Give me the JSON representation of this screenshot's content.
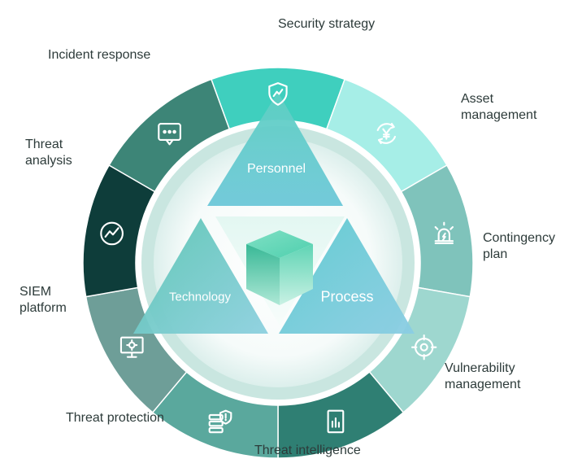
{
  "segments": [
    {
      "id": "security-strategy",
      "label_lines": [
        "Security strategy"
      ],
      "icon": "shield-icon",
      "color": "#3fcfbe"
    },
    {
      "id": "asset-management",
      "label_lines": [
        "Asset",
        "management"
      ],
      "icon": "yen-cycle-icon",
      "color": "#a6eee7"
    },
    {
      "id": "contingency-plan",
      "label_lines": [
        "Contingency",
        "plan"
      ],
      "icon": "alarm-icon",
      "color": "#7fc3bb"
    },
    {
      "id": "vulnerability-management",
      "label_lines": [
        "Vulnerability",
        "management"
      ],
      "icon": "target-icon",
      "color": "#9ed7cf"
    },
    {
      "id": "threat-intelligence",
      "label_lines": [
        "Threat intelligence"
      ],
      "icon": "report-icon",
      "color": "#2f7f73"
    },
    {
      "id": "threat-protection",
      "label_lines": [
        "Threat protection"
      ],
      "icon": "server-shield-icon",
      "color": "#5aa89d"
    },
    {
      "id": "siem-platform",
      "label_lines": [
        "SIEM",
        "platform"
      ],
      "icon": "monitor-icon",
      "color": "#6e9e98"
    },
    {
      "id": "threat-analysis",
      "label_lines": [
        "Threat",
        "analysis"
      ],
      "icon": "trend-icon",
      "color": "#0e3d3a"
    },
    {
      "id": "incident-response",
      "label_lines": [
        "Incident response"
      ],
      "icon": "chat-icon",
      "color": "#3d8577"
    }
  ],
  "center": {
    "personnel": "Personnel",
    "technology": "Technology",
    "process": "Process"
  }
}
